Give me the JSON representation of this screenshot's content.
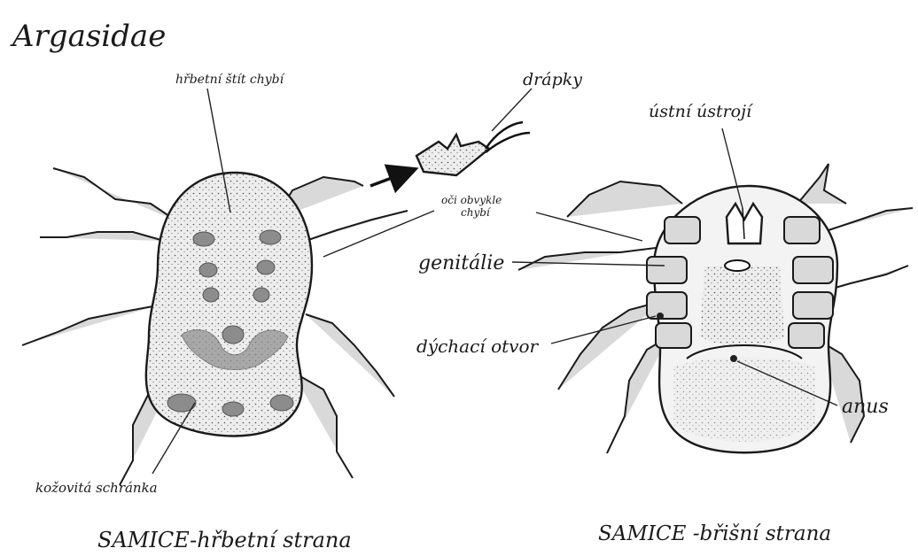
{
  "title": "Argasidae",
  "dorsal": {
    "caption": "SAMICE-hřbetní strana",
    "labels": {
      "shield_missing": "hřbetní štít chybí",
      "leathery_cover": "kožovitá schránka"
    }
  },
  "claws_label": "drápky",
  "eyes_label_line1": "oči obvykle",
  "eyes_label_line2": "chybí",
  "ventral": {
    "caption": "SAMICE -břišní strana",
    "labels": {
      "mouthparts": "ústní ústrojí",
      "genitalia": "genitálie",
      "spiracle": "dýchací otvor",
      "anus": "anus"
    }
  },
  "colors": {
    "ink": "#1a1a1a",
    "stipple": "#d9d9d9",
    "spots": "#8c8c8c"
  }
}
